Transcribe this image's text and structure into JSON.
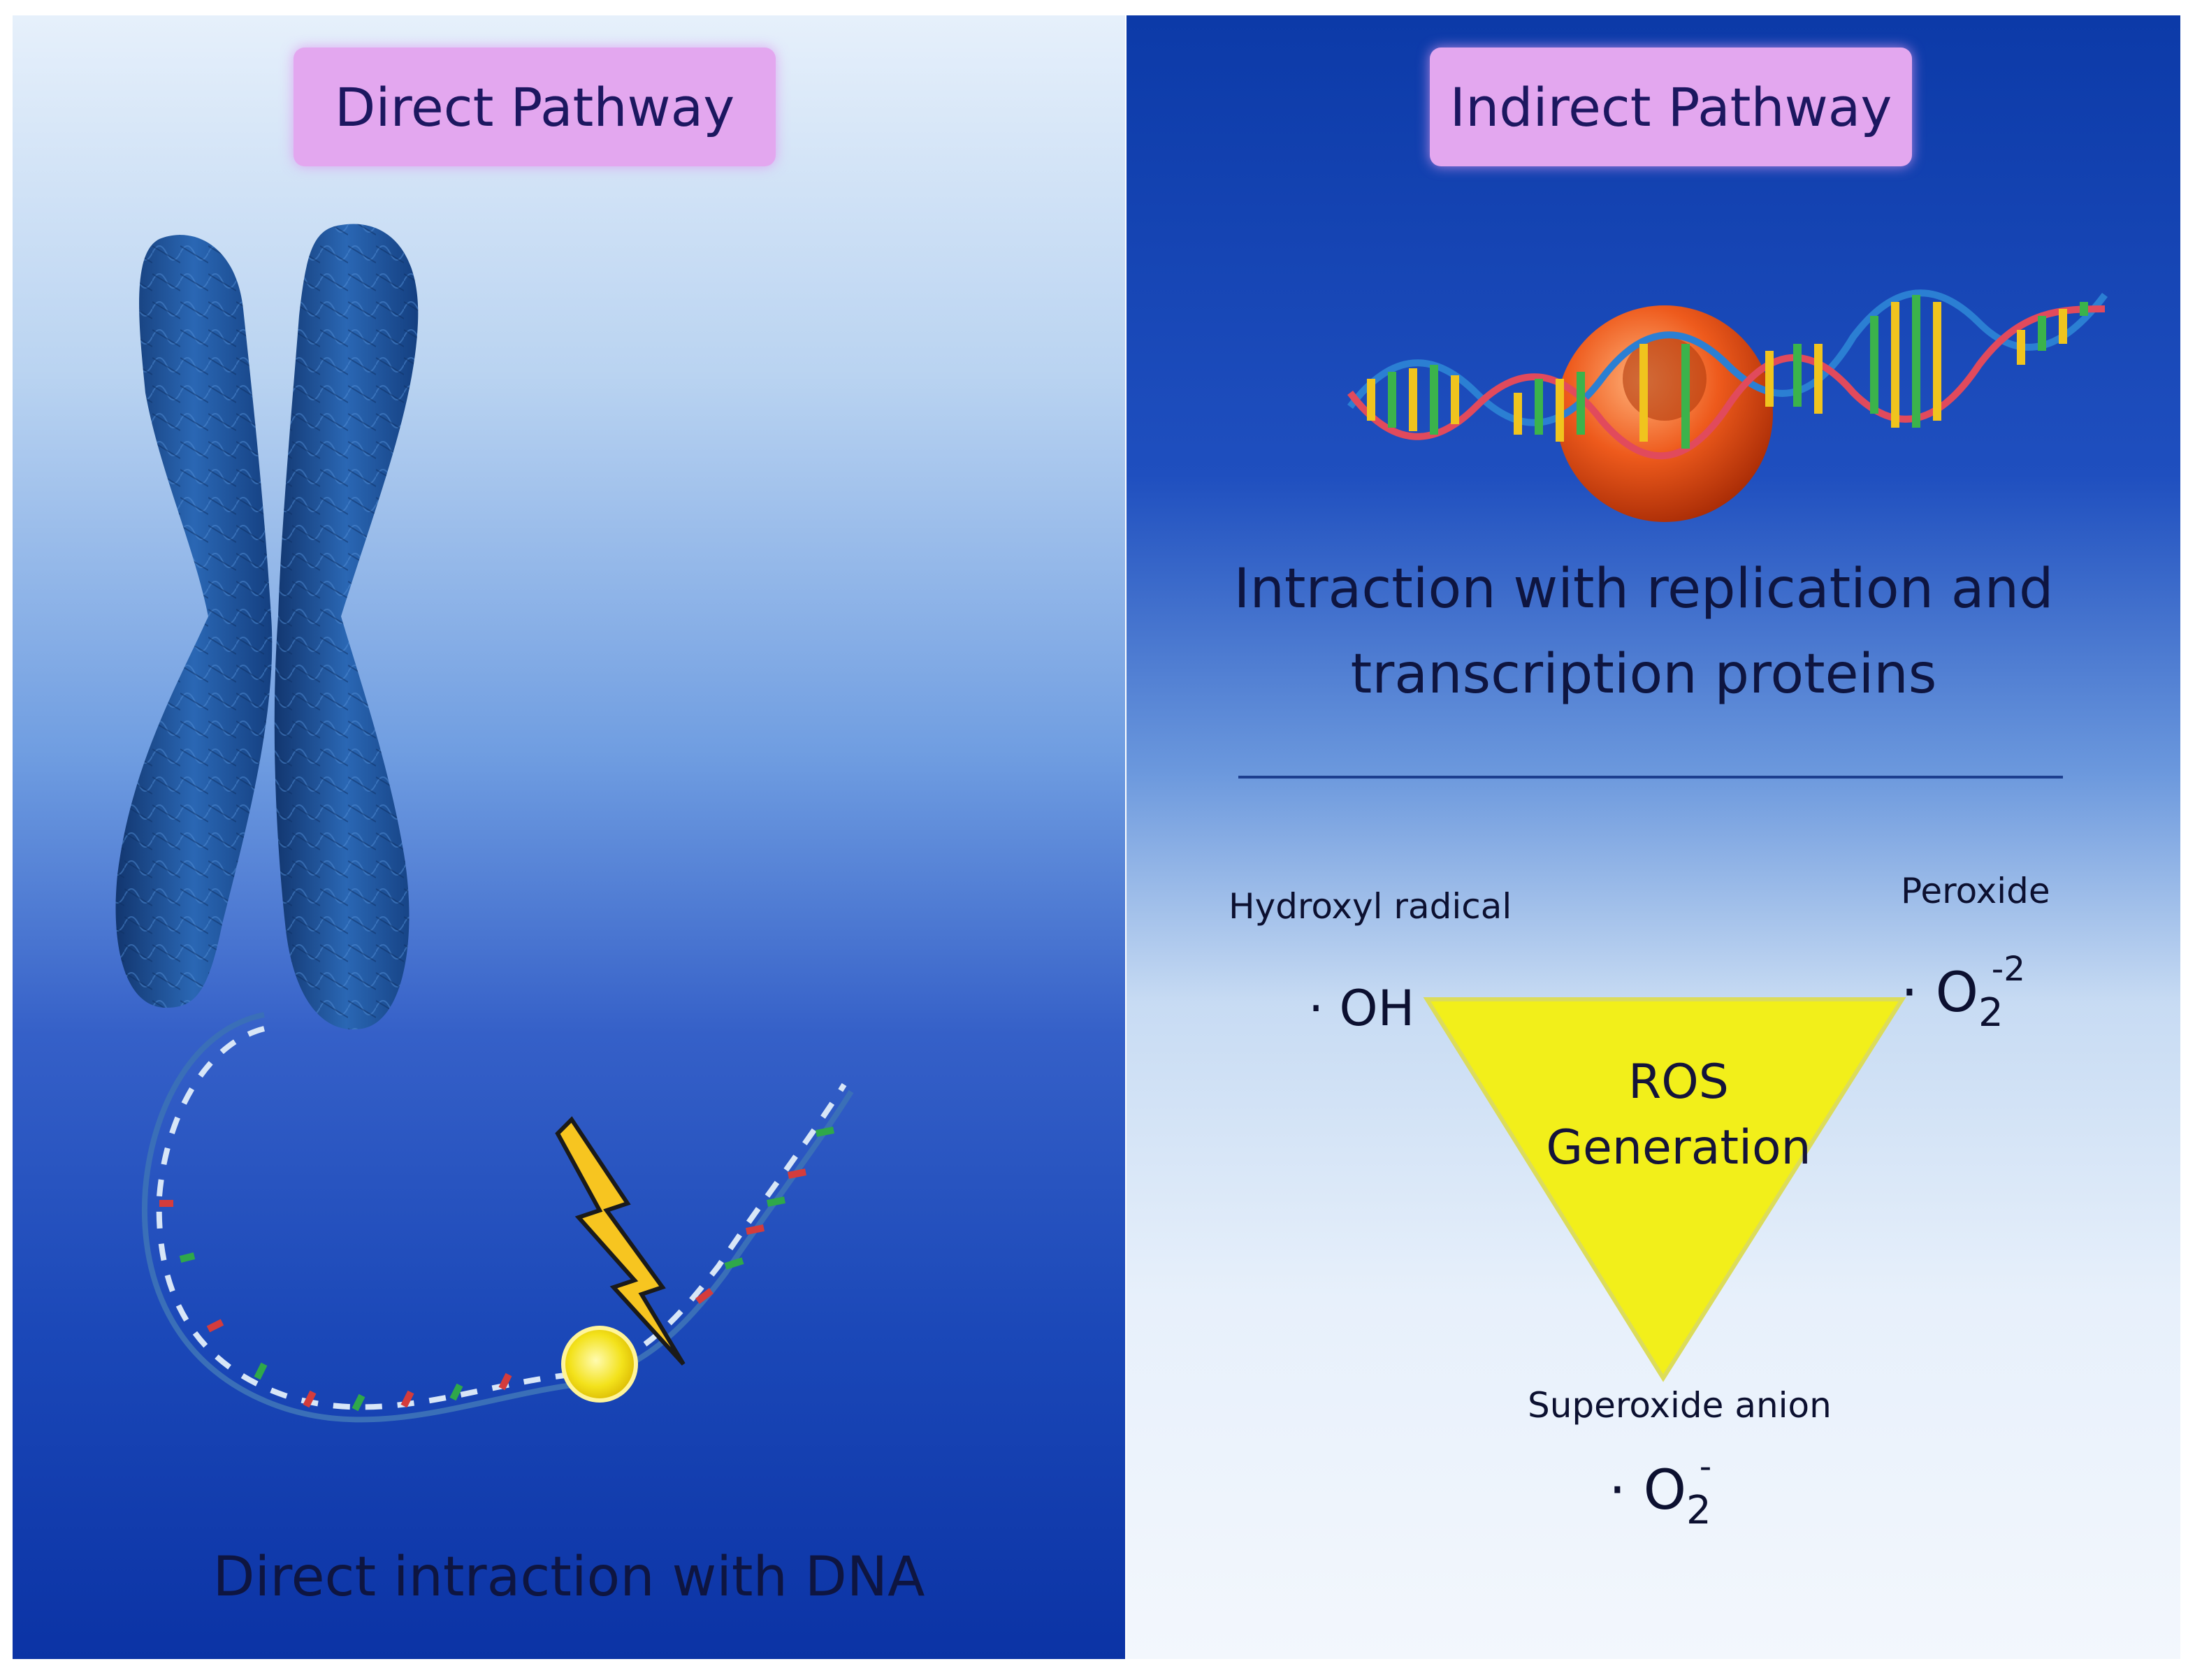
{
  "direct_pathway": {
    "title": "Direct Pathway",
    "caption": "Direct intraction with DNA"
  },
  "indirect_pathway": {
    "title": "Indirect Pathway",
    "caption": "Intraction with replication and transcription proteins",
    "ros": {
      "center_label": "ROS Generation",
      "hydroxyl_label": "Hydroxyl radical",
      "hydroxyl_formula": "· OH",
      "peroxide_label": "Peroxide",
      "peroxide_formula_prefix": "· O",
      "peroxide_subscript": "2",
      "peroxide_superscript": "-2",
      "superoxide_label": "Superoxide anion",
      "superoxide_formula_prefix": "· O",
      "superoxide_subscript": "2",
      "superoxide_superscript": "-"
    }
  },
  "colors": {
    "title_pill": "#e3a7ef",
    "triangle": "#f2ef1a",
    "chromosome": "#1c4f9c",
    "protein": "#e8541a"
  }
}
